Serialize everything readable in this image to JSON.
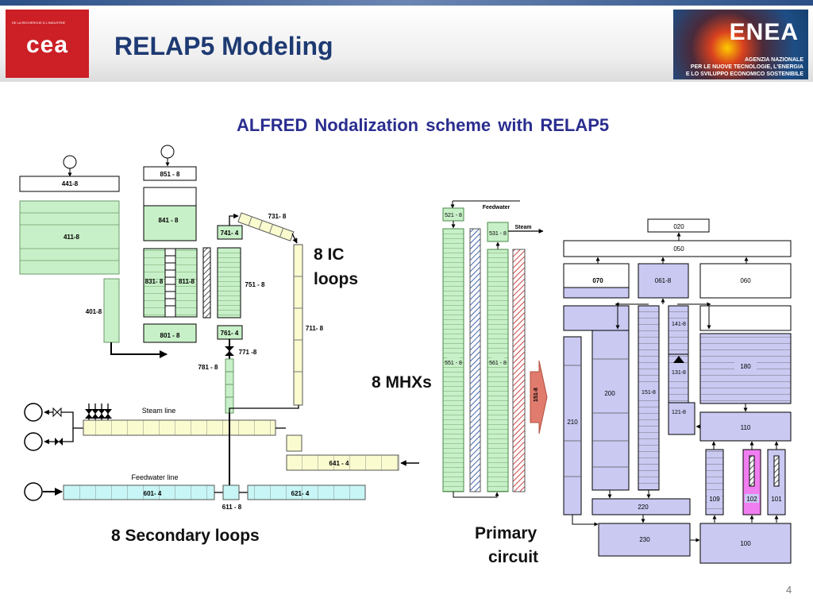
{
  "header": {
    "title": "RELAP5 Modeling",
    "cea_logo": {
      "tagline": "DE LA RECHERCHE À L'INDUSTRIE",
      "wordmark": "cea"
    },
    "enea_logo": {
      "wordmark": "ENEA",
      "lines": [
        "AGENZIA NAZIONALE",
        "PER LE NUOVE TECNOLOGIE, L'ENERGIA",
        "E LO SVILUPPO ECONOMICO SOSTENIBILE"
      ]
    }
  },
  "subtitle": "ALFRED  Nodalization  scheme with RELAP5",
  "captions": {
    "ic_loops_1": "8 IC",
    "ic_loops_2": "loops",
    "mhxs": "8 MHXs",
    "secondary_loops": "8 Secondary loops",
    "primary_1": "Primary",
    "primary_2": "circuit"
  },
  "page_number": "4",
  "secondary": {
    "c441": "441-8",
    "c411": "411-8",
    "c401": "401-8",
    "c851": "851 - 8",
    "c841": "841 - 8",
    "c831": "831- 8",
    "c811": "811-8",
    "c801": "801 - 8",
    "c741": "741- 4",
    "c751": "751 - 8",
    "c761": "761- 4",
    "c771": "771 -8",
    "c781": "781 - 8",
    "c731": "731- 8",
    "c711": "711- 8",
    "c641": "641 - 4",
    "steam_line": "Steam line",
    "feedwater_line": "Feedwater line",
    "c601": "601- 4",
    "c621": "621- 4",
    "c611": "611 - 8"
  },
  "mhx": {
    "feedwater": "Feedwater",
    "steam": "Steam",
    "c521": "521 - 8",
    "c531": "531 - 8",
    "c551": "551 - 8",
    "c561": "561 - 8",
    "c151": "151-8"
  },
  "primary": {
    "c020": "020",
    "c050": "050",
    "c070": "070",
    "c061": "061-8",
    "c060": "060",
    "c141": "141-8",
    "c180": "180",
    "c131": "131-8",
    "c200": "200",
    "c151": "151-8",
    "c121": "121-8",
    "c210": "210",
    "c110": "110",
    "c109": "109",
    "c102": "102",
    "c101": "101",
    "c220": "220",
    "c230": "230",
    "c100": "100"
  }
}
